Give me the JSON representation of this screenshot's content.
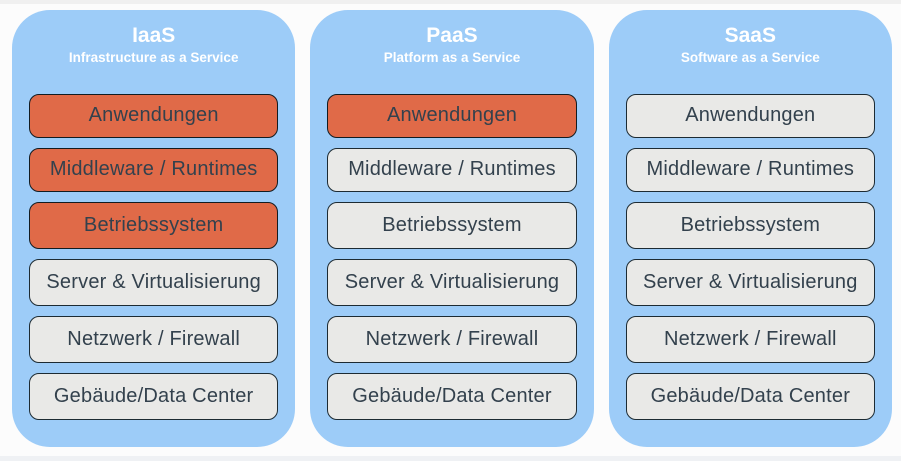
{
  "colors": {
    "panel_blue": "#9dccf8",
    "highlight_orange": "#e06a48",
    "neutral_gray": "#e9e9e7",
    "box_border": "#1d2b33",
    "box_text": "#33414d",
    "header_text": "#ffffff"
  },
  "columns": [
    {
      "title": "IaaS",
      "subtitle": "Infrastructure as a Service",
      "layers": [
        {
          "label": "Anwendungen",
          "highlighted": true
        },
        {
          "label": "Middleware / Runtimes",
          "highlighted": true
        },
        {
          "label": "Betriebssystem",
          "highlighted": true
        },
        {
          "label": "Server & Virtualisierung",
          "highlighted": false
        },
        {
          "label": "Netzwerk / Firewall",
          "highlighted": false
        },
        {
          "label": "Gebäude/Data Center",
          "highlighted": false
        }
      ]
    },
    {
      "title": "PaaS",
      "subtitle": "Platform as a Service",
      "layers": [
        {
          "label": "Anwendungen",
          "highlighted": true
        },
        {
          "label": "Middleware / Runtimes",
          "highlighted": false
        },
        {
          "label": "Betriebssystem",
          "highlighted": false
        },
        {
          "label": "Server & Virtualisierung",
          "highlighted": false
        },
        {
          "label": "Netzwerk / Firewall",
          "highlighted": false
        },
        {
          "label": "Gebäude/Data Center",
          "highlighted": false
        }
      ]
    },
    {
      "title": "SaaS",
      "subtitle": "Software as a Service",
      "layers": [
        {
          "label": "Anwendungen",
          "highlighted": false
        },
        {
          "label": "Middleware / Runtimes",
          "highlighted": false
        },
        {
          "label": "Betriebssystem",
          "highlighted": false
        },
        {
          "label": "Server & Virtualisierung",
          "highlighted": false
        },
        {
          "label": "Netzwerk / Firewall",
          "highlighted": false
        },
        {
          "label": "Gebäude/Data Center",
          "highlighted": false
        }
      ]
    }
  ]
}
